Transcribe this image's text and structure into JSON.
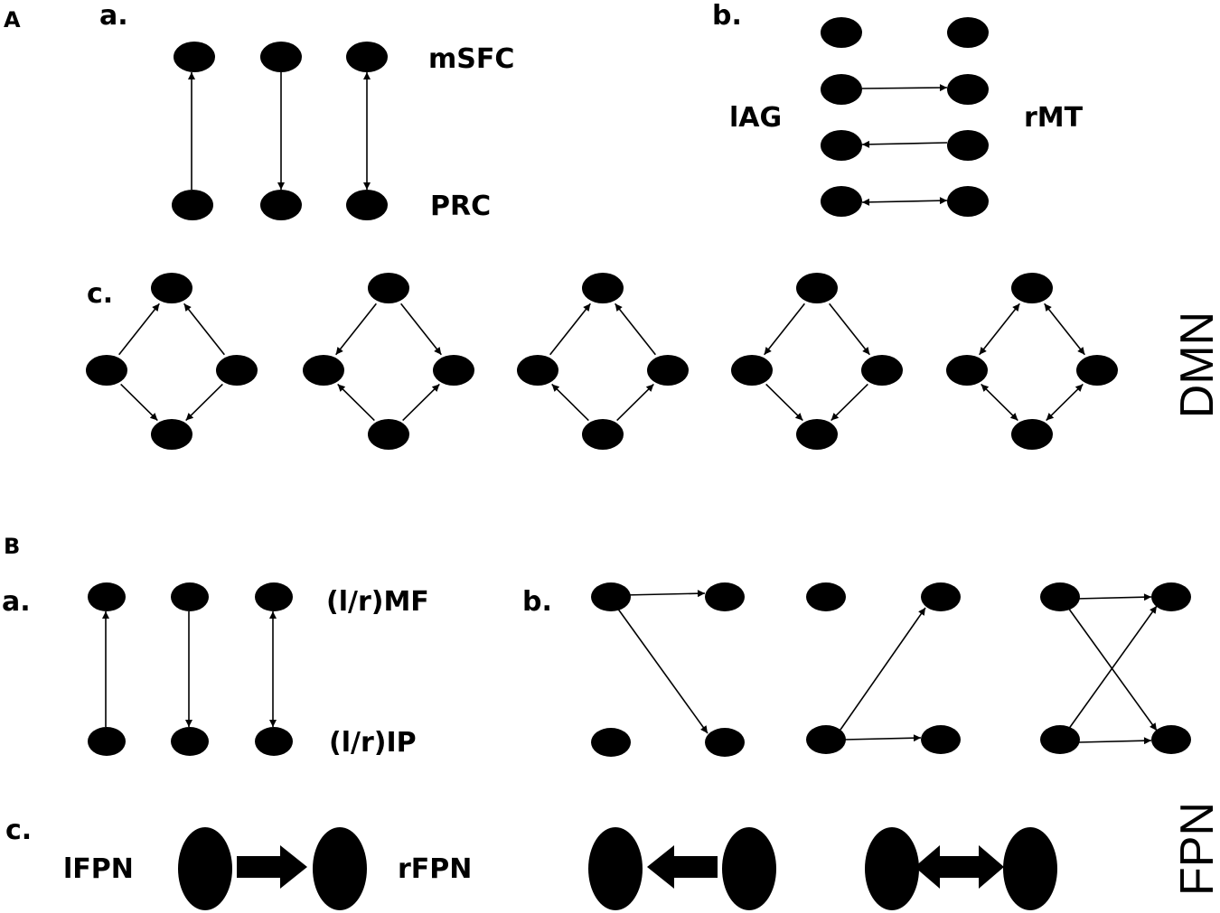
{
  "panels": {
    "A": {
      "label": "A",
      "network": "DMN",
      "a": {
        "label": "a.",
        "top_node": "mSFC",
        "bottom_node": "PRC"
      },
      "b": {
        "label": "b.",
        "left_node": "lAG",
        "right_node": "rMT"
      },
      "c": {
        "label": "c."
      }
    },
    "B": {
      "label": "B",
      "network": "FPN",
      "a": {
        "label": "a.",
        "top_node": "(l/r)MF",
        "bottom_node": "(l/r)IP"
      },
      "b": {
        "label": "b."
      },
      "c": {
        "label": "c.",
        "left_node": "lFPN",
        "right_node": "rFPN"
      }
    }
  },
  "colors": {
    "ink": "#000000",
    "background": "#ffffff"
  }
}
